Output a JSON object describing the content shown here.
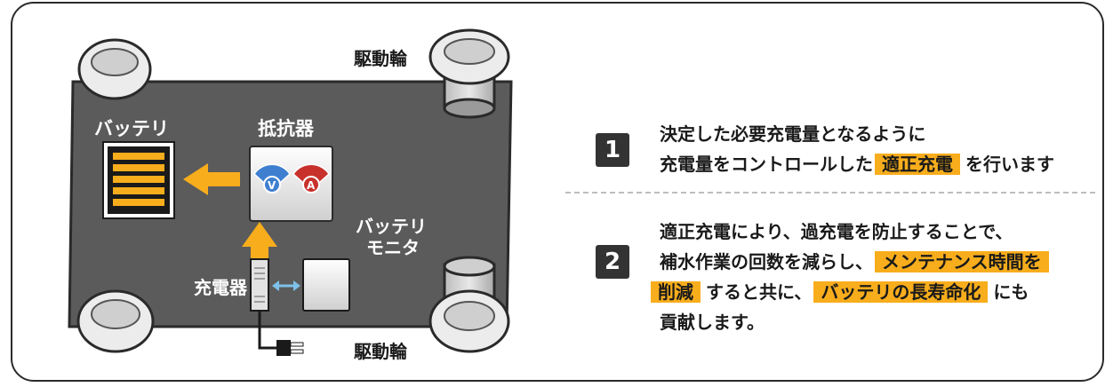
{
  "diagram": {
    "drive_wheel_top": "駆動輪",
    "drive_wheel_bottom": "駆動輪",
    "battery": "バッテリ",
    "resistor": "抵抗器",
    "meter_v": "V",
    "meter_a": "A",
    "battery_monitor_line1": "バッテリ",
    "battery_monitor_line2": "モニタ",
    "charger": "充電器"
  },
  "steps": [
    {
      "number": "1",
      "line1": "決定した必要充電量となるように",
      "line2_pre": "充電量をコントロールした",
      "line2_highlight": "適正充電",
      "line2_post": "を行います"
    },
    {
      "number": "2",
      "line1": "適正充電により、過充電を防止することで、",
      "line2_pre": "補水作業の回数を減らし、",
      "line2_highlight": "メンテナンス時間を",
      "line3_highlight": "削減",
      "line3_mid": "すると共に、",
      "line3_highlight2": "バッテリの長寿命化",
      "line3_post": "にも",
      "line4": "貢献します。"
    }
  ],
  "colors": {
    "accent": "#f8ad1c",
    "board": "#5b5b5b",
    "meter_v": "#3f7fd0",
    "meter_a": "#c8312b",
    "connector": "#7ec1ea"
  }
}
